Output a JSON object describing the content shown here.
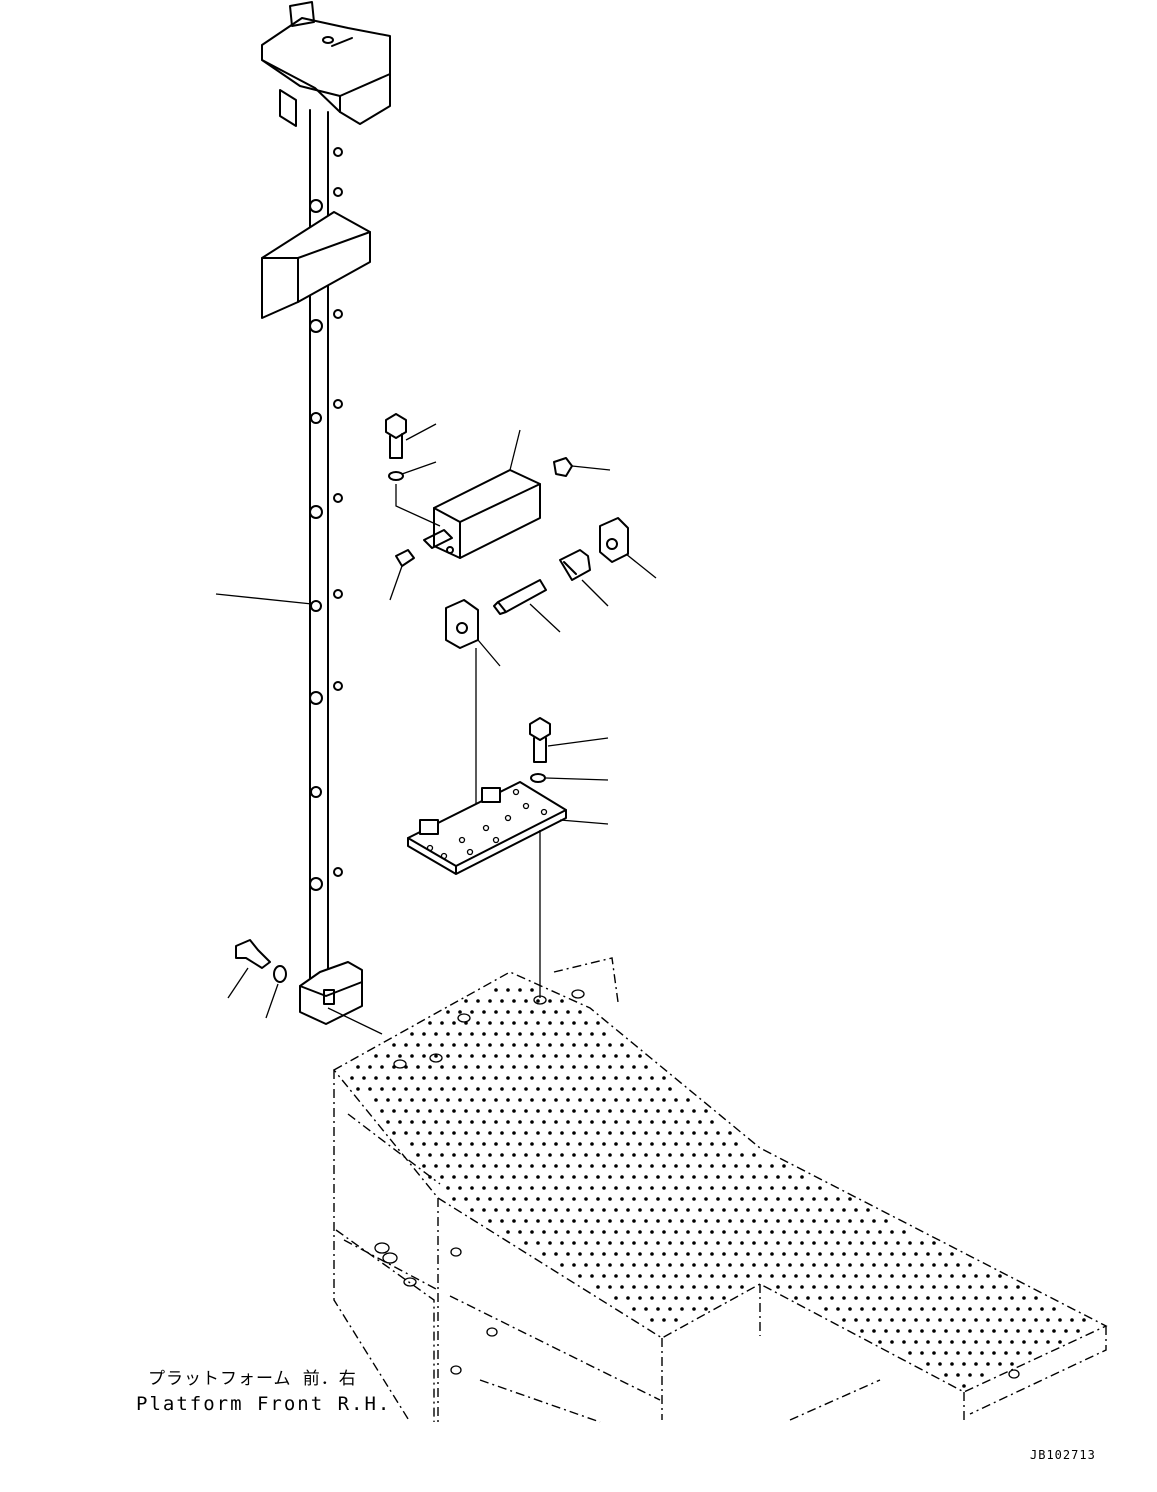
{
  "caption": {
    "japanese": "プラットフォーム 前．右",
    "english": "Platform Front R.H."
  },
  "drawing_number": "JB102713",
  "colors": {
    "line": "#000000",
    "background": "#ffffff"
  }
}
